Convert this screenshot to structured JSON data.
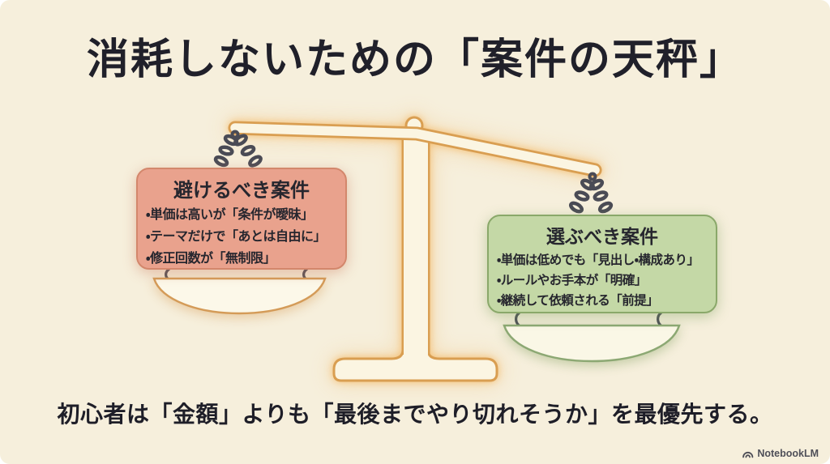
{
  "slide": {
    "title": "消耗しないための「案件の天秤」",
    "conclusion": "初心者は「金額」よりも「最後までやり切れそうか」を最優先する。",
    "watermark": "NotebookLM"
  },
  "scale": {
    "left_card": {
      "title": "避けるべき案件",
      "bullets": [
        "・単価は高いが「条件が曖昧」",
        "・テーマだけで「あとは自由に」",
        "・修正回数が「無制限」"
      ]
    },
    "right_card": {
      "title": "選ぶべき案件",
      "bullets": [
        "・単価は低めでも「見出し・構成あり」",
        "・ルールやお手本が「明確」",
        "・継続して依頼される「前提」"
      ]
    }
  },
  "colors": {
    "background": "#F6EFDC",
    "title_text": "#20202A",
    "avoid_card_bg": "#E9A28D",
    "avoid_card_border": "#D3876C",
    "choose_card_bg": "#C4D8A6",
    "choose_card_border": "#8AA86A",
    "scale_outline": "#D99E51",
    "scale_fill": "#FBF5E2",
    "chain": "#4A4B55",
    "left_pan_outline": "#D49B58",
    "right_pan_outline": "#8CA873",
    "watermark_text": "#4F4F58"
  }
}
